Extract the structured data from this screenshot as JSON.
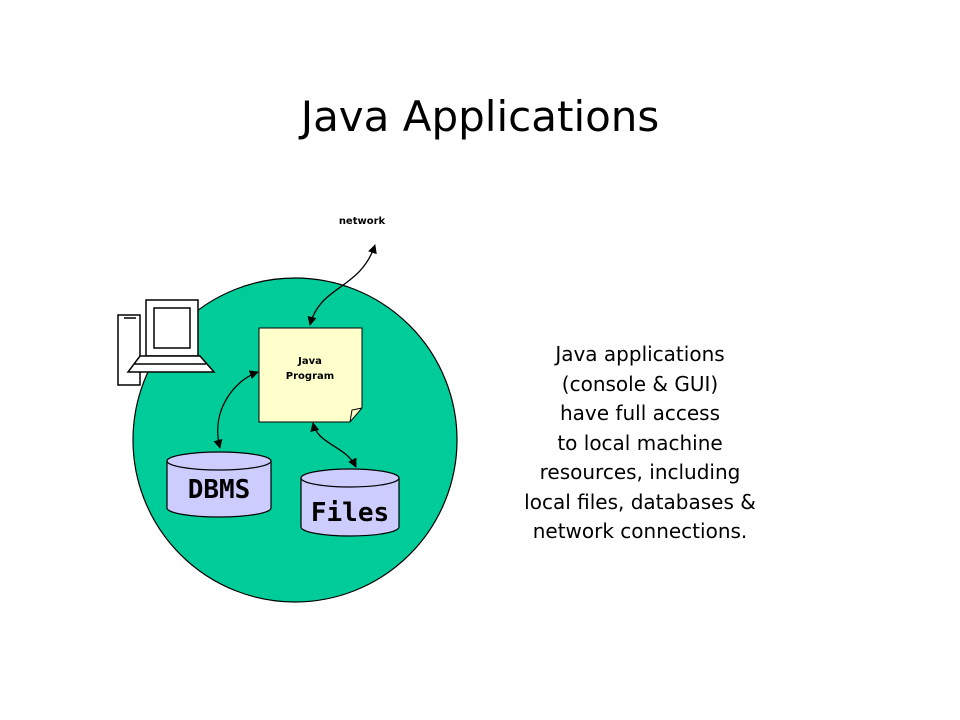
{
  "title": "Java Applications",
  "diagram": {
    "network_label": "network",
    "program_label_line1": "Java",
    "program_label_line2": "Program",
    "dbms_label": "DBMS",
    "files_label": "Files",
    "icons": {
      "computer": "computer-icon",
      "program": "document-icon",
      "dbms": "database-cylinder-icon",
      "files": "files-cylinder-icon"
    },
    "colors": {
      "machine_circle": "#00CC99",
      "program_note": "#FFFFCC",
      "cylinder": "#CCCCFF"
    }
  },
  "description": {
    "lines": [
      "Java applications",
      "(console & GUI)",
      "have full access",
      "to local machine",
      "resources, including",
      "local files, databases &",
      "network connections."
    ]
  }
}
